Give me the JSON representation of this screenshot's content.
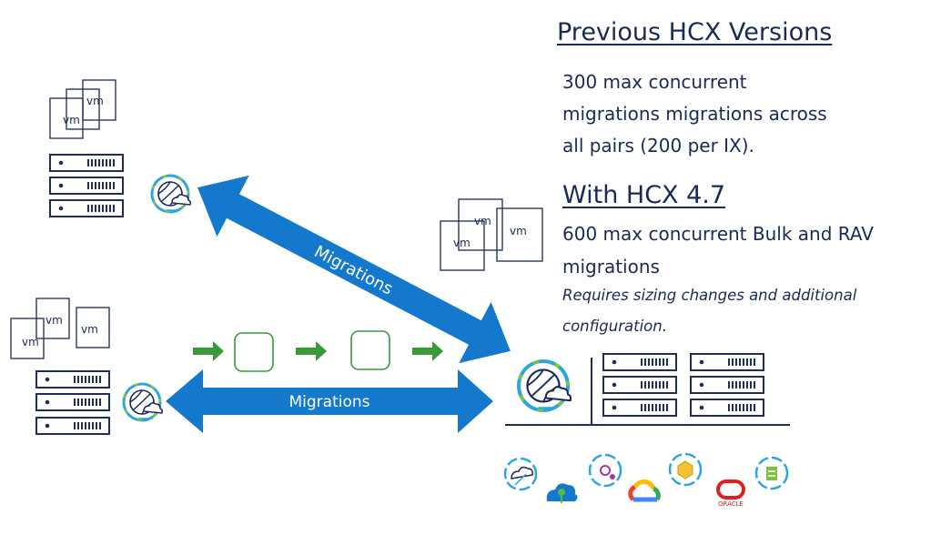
{
  "headings": {
    "previous": "Previous HCX Versions",
    "current": "With HCX 4.7"
  },
  "previous_text": {
    "line1": "300 max concurrent",
    "line2": "migrations migrations across",
    "line3": "all pairs (200 per IX)."
  },
  "current_text": {
    "line1": "600 max concurrent Bulk and RAV",
    "line2": "migrations"
  },
  "note": {
    "line1": "Requires sizing changes and additional",
    "line2": "configuration."
  },
  "arrows": {
    "diagonal_label": "Migrations",
    "horizontal_label": "Migrations"
  },
  "vm_label": "vm",
  "colors": {
    "text": "#1a2a57",
    "arrow": "#1478cc",
    "green": "#3a9a3a",
    "server": "#1e2d5a",
    "oracle": "#e0201c"
  },
  "icons": [
    "hcx-cloud-icon",
    "azure-icon",
    "google-cloud-icon",
    "oracle-icon"
  ]
}
